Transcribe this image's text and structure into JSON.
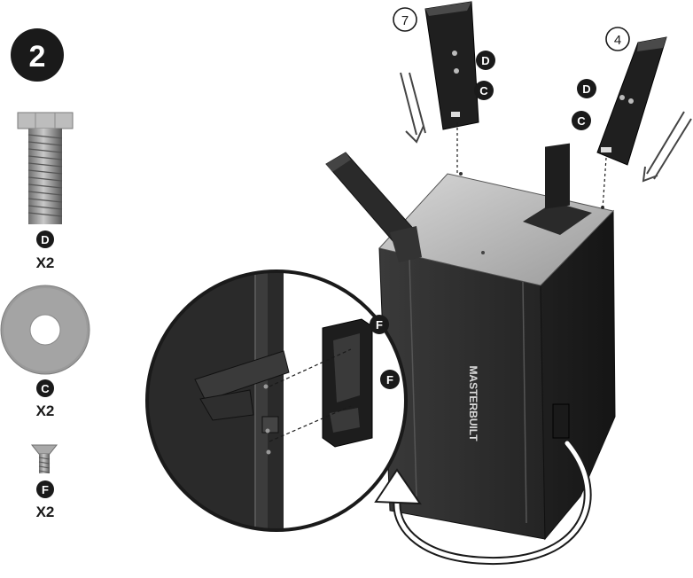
{
  "step": {
    "number": "2"
  },
  "parts": [
    {
      "letter": "D",
      "qty": "X2",
      "icon": "hex-bolt-icon"
    },
    {
      "letter": "C",
      "qty": "X2",
      "icon": "flat-washer-icon"
    },
    {
      "letter": "F",
      "qty": "X2",
      "icon": "countersunk-screw-icon"
    }
  ],
  "callouts": {
    "leg_left": "7",
    "leg_right": "4",
    "left_leg_d": "D",
    "left_leg_c": "C",
    "right_leg_d": "D",
    "right_leg_c": "C",
    "detail_f_top": "F",
    "detail_f_bottom": "F"
  },
  "product": {
    "brand": "MASTERBUILT"
  },
  "colors": {
    "ink": "#1a1a1a",
    "cabinet": "#2b2b2b",
    "steel": "#8a8a8a"
  }
}
